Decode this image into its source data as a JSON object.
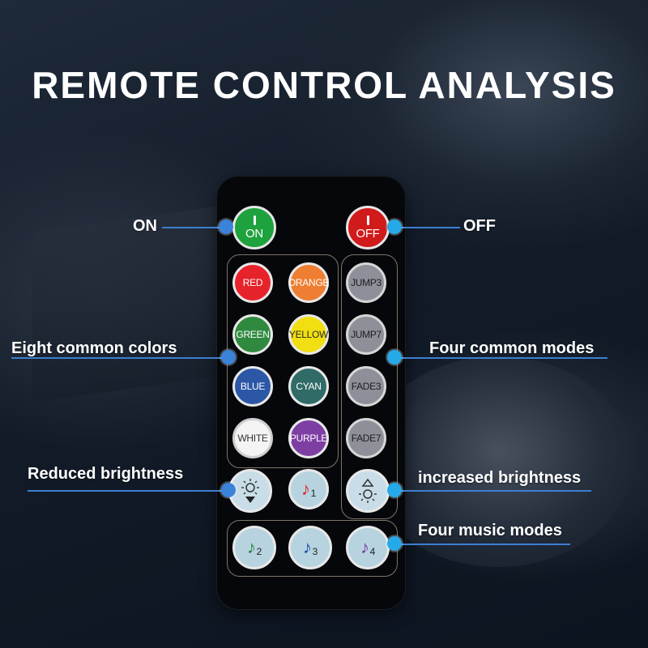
{
  "title": "REMOTE CONTROL ANALYSIS",
  "remote": {
    "power": {
      "on": "ON",
      "off": "OFF"
    },
    "colors": [
      "RED",
      "ORANGE",
      "GREEN",
      "YELLOW",
      "BLUE",
      "CYAN",
      "WHITE",
      "PURPLE"
    ],
    "modes": [
      "JUMP3",
      "JUMP7",
      "FADE3",
      "FADE7"
    ],
    "music": [
      "1",
      "2",
      "3",
      "4"
    ]
  },
  "callouts": {
    "on": "ON",
    "off": "OFF",
    "colors": "Eight common colors",
    "modes": "Four common modes",
    "reduced": "Reduced brightness",
    "increased": "increased brightness",
    "music": "Four music modes"
  },
  "accent_colors": {
    "callout_dot": "#3b82d9",
    "callout_dot_right": "#26a9e8",
    "callout_line": "#3c7fd1"
  },
  "icons": [
    "power-on-icon",
    "power-off-icon",
    "brightness-down-icon",
    "brightness-up-icon",
    "music-note-icon"
  ]
}
